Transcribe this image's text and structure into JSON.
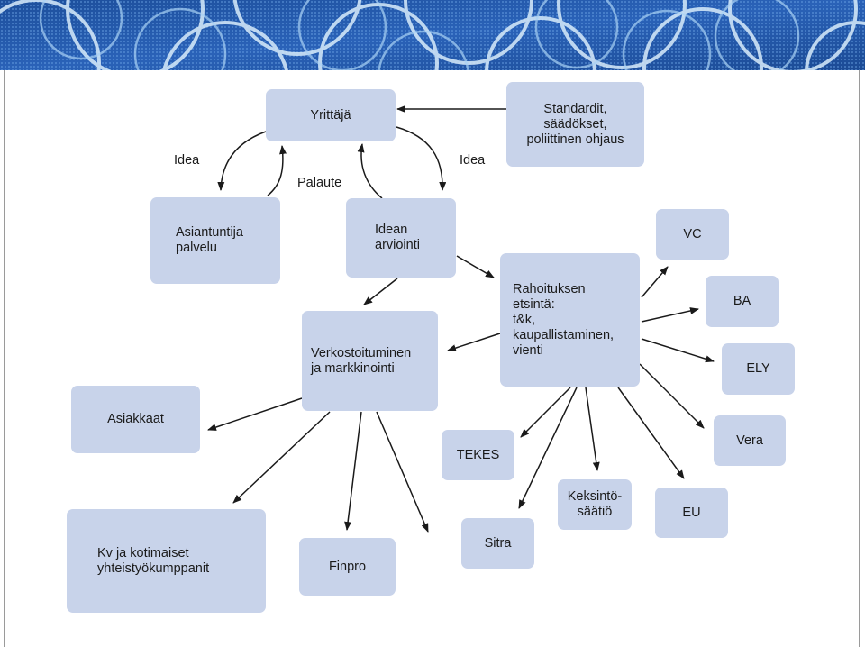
{
  "banner": {
    "colors": {
      "dark": "#1d4f9c",
      "mid": "#2f6fc7",
      "light": "#8fc1ee"
    }
  },
  "diagram": {
    "colors": {
      "node_fill": "#c8d3ea",
      "arrow": "#1a1a1a"
    },
    "nodes": {
      "yrittaja": "Yrittäjä",
      "standardit": "Standardit,\nsäädökset,\npoliittinen ohjaus",
      "asiantuntija": "Asiantuntija\npalvelu",
      "idean_arviointi": "Idean\narviointi",
      "rahoitus": "Rahoituksen\netsintä:\nt&k,\nkaupallistaminen,\nvienti",
      "verkostoituminen": "Verkostoituminen\nja markkinointi",
      "asiakkaat": "Asiakkaat",
      "kv_kotimaiset": "Kv ja kotimaiset\nyhteistyökumppanit",
      "finpro": "Finpro",
      "vc": "VC",
      "ba": "BA",
      "ely": "ELY",
      "vera": "Vera",
      "eu": "EU",
      "keksintosaatio": "Keksintö-\nsäätiö",
      "sitra": "Sitra",
      "tekes": "TEKES"
    },
    "labels": {
      "idea_left": "Idea",
      "idea_right": "Idea",
      "palaute": "Palaute"
    }
  }
}
